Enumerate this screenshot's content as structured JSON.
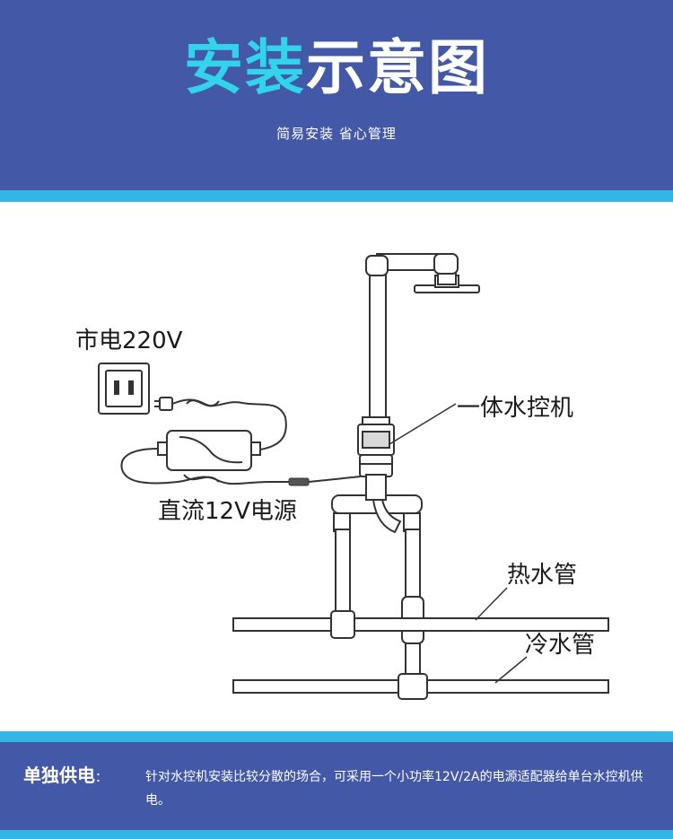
{
  "header": {
    "title_accent": "安装",
    "title_rest": "示意图",
    "subtitle": "简易安装 省心管理"
  },
  "diagram": {
    "labels": {
      "mains": "市电220V",
      "controller": "一体水控机",
      "dc_power": "直流12V电源",
      "hot_pipe": "热水管",
      "cold_pipe": "冷水管"
    }
  },
  "footer": {
    "heading": "单独供电",
    "separator": "：",
    "text": "针对水控机安装比较分散的场合，可采用一个小功率12V/2A的电源适配器给单台水控机供电。"
  }
}
